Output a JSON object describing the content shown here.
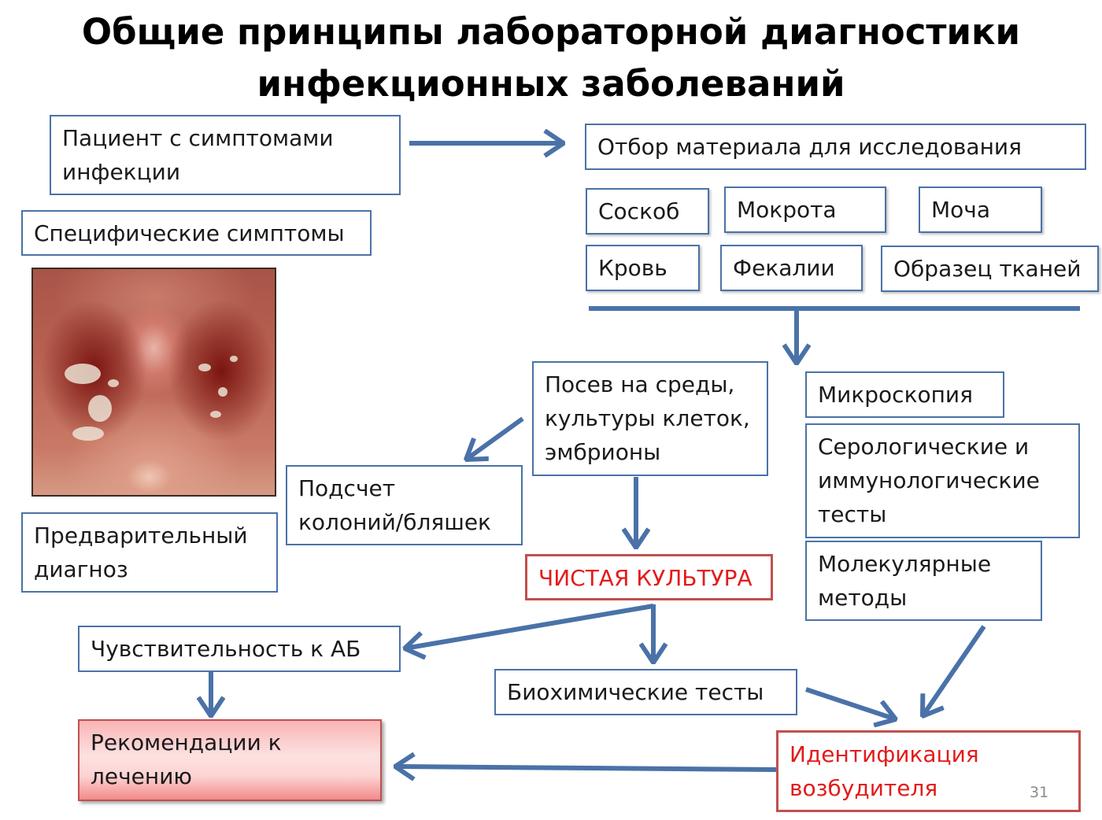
{
  "title": {
    "line1": "Общие принципы лабораторной диагностики",
    "line2": "инфекционных заболеваний"
  },
  "boxes": {
    "patient": [
      "Пациент с симптомами",
      "инфекции"
    ],
    "specific_symptoms": "Специфические симптомы",
    "material_selection": "Отбор материала для исследования",
    "samples": {
      "scraping": "Соскоб",
      "sputum": "Мокрота",
      "urine": "Моча",
      "blood": "Кровь",
      "feces": "Фекалии",
      "tissue": "Образец тканей"
    },
    "culture": [
      "Посев на среды,",
      "культуры клеток,",
      "эмбрионы"
    ],
    "microscopy": "Микроскопия",
    "serology": [
      "Серологические и",
      "иммунологические",
      "тесты"
    ],
    "molecular": [
      "Молекулярные",
      "методы"
    ],
    "colony_count": [
      "Подсчет",
      "колоний/бляшек"
    ],
    "preliminary": [
      "Предварительный",
      "диагноз"
    ],
    "pure_culture": "ЧИСТАЯ КУЛЬТУРА",
    "sensitivity": "Чувствительность к АБ",
    "biochemical": "Биохимические тесты",
    "recommendations": [
      "Рекомендации к",
      "лечению"
    ],
    "identification": [
      "Идентификация",
      "возбудителя"
    ]
  },
  "slide_number": "31",
  "colors": {
    "arrow": "#4a72a8",
    "box_border": "#4a72a8",
    "accent_red": "#e31b1b"
  }
}
